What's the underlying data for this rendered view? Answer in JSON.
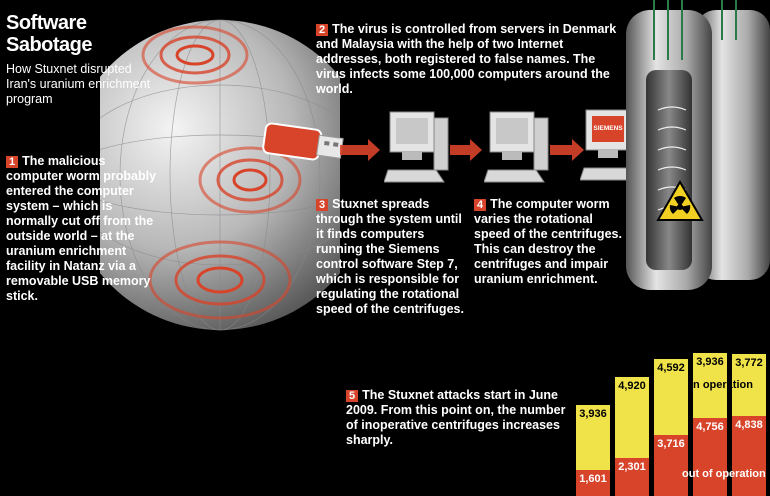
{
  "header": {
    "title_line1": "Software",
    "title_line2": "Sabotage",
    "subtitle": "How Stuxnet disrupted Iran's uranium enrichment program"
  },
  "steps": [
    {
      "num": "1",
      "text": "The malicious computer worm probably entered the computer system – which is normally cut off from the outside world – at the uranium enrichment facility in Natanz via a removable USB memory stick."
    },
    {
      "num": "2",
      "text": "The virus is controlled from servers in Denmark and Malaysia with the help of two Internet addresses, both registered to false names. The virus infects some 100,000 computers around the world."
    },
    {
      "num": "3",
      "text": "Stuxnet spreads through the system until it finds computers running the Siemens control software Step 7, which is responsible for regulating the rotational speed of the centrifuges."
    },
    {
      "num": "4",
      "text": "The computer worm varies the rotational speed of the centrifuges. This can destroy the centrifuges and impair uranium enrichment."
    },
    {
      "num": "5",
      "text": "The Stuxnet attacks start in June 2009. From this point on, the number of inoperative centrifuges increases sharply."
    }
  ],
  "monitor_brand": "SIEMENS",
  "chart_data": {
    "type": "bar",
    "series": [
      {
        "name": "in operation",
        "values": [
          3936,
          4920,
          4592,
          3936,
          3772
        ]
      },
      {
        "name": "out of operation",
        "values": [
          1601,
          2301,
          3716,
          4756,
          4838
        ]
      }
    ],
    "value_labels": {
      "in operation": [
        "3,936",
        "4,920",
        "4,592",
        "3,936",
        "3,772"
      ],
      "out of operation": [
        "1,601",
        "2,301",
        "3,716",
        "4,756",
        "4,838"
      ]
    },
    "colors": {
      "in operation": "#f0e34a",
      "out of operation": "#d8442a"
    }
  },
  "colors": {
    "accent": "#d8442a",
    "background": "#000000"
  }
}
